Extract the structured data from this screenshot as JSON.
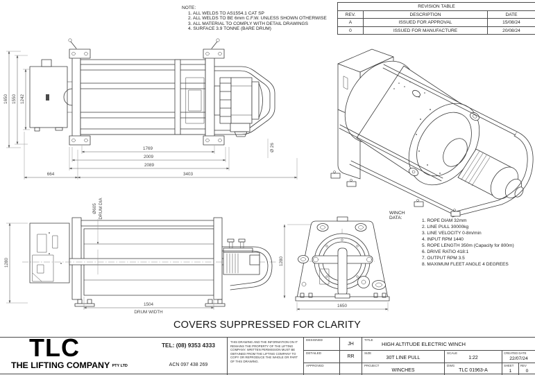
{
  "notes": {
    "heading": "NOTE:",
    "items": [
      "1. ALL WELDS TO AS1554.1 CAT SP",
      "2. ALL WELDS TO BE 6mm C.F.W. UNLESS SHOWN OTHERWISE",
      "3. ALL MATERIAL TO COMPLY WITH DETAIL DRAWINGS",
      "4. SURFACE 3.9 TONNE (BARE DRUM)"
    ]
  },
  "revision_table": {
    "title": "REVISION TABLE",
    "headers": [
      "REV.",
      "DESCRIPTION",
      "DATE"
    ],
    "rows": [
      {
        "rev": "A",
        "description": "ISSUED FOR APPROVAL",
        "date": "15/08/24"
      },
      {
        "rev": "0",
        "description": "ISSUED FOR MANUFACTURE",
        "date": "20/08/24"
      }
    ]
  },
  "winch_data": {
    "heading": "WINCH DATA:",
    "items": [
      "1. ROPE DIAM 32mm",
      "2. LINE PULL 30000kg",
      "3. LINE VELOCITY 0-8m/min",
      "4. INPUT RPM 1440",
      "5. ROPE LENGTH 350m (Capacity for 800m)",
      "6. DRIVE RATIO 418:1",
      "7. OUTPUT RPM 3.5",
      "8. MAXIMUM FLEET ANGLE 4 DEGREES"
    ]
  },
  "plan_view": {
    "dim_height_overall": "1650",
    "dim_height_frame": "1550",
    "dim_height_inner": "1242",
    "dim_1769": "1769",
    "dim_2009": "2009",
    "dim_2089": "2089",
    "dim_overall_length": "3403",
    "dim_box_length": "664",
    "dim_hole": "Ø 26"
  },
  "side_view": {
    "dim_height": "1280",
    "drum_dia": "Ø605",
    "drum_dia_label": "DRUM DIA",
    "dim_drum_width": "1504",
    "drum_width_label": "DRUM WIDTH"
  },
  "front_view": {
    "dim_height": "1280",
    "dim_width": "1650"
  },
  "clarity_note": "COVERS SUPPRESSED FOR CLARITY",
  "title_block": {
    "logo": "TLC",
    "company": "THE LIFTING COMPANY",
    "company_suffix": "PTY LTD",
    "tel": "TEL: (08) 9353 4333",
    "acn": "ACN 097 438 269",
    "disclaimer": "THIS DRAWING AND THE INFORMATION ON IT REMAINS THE PROPERTY OF THE LIFTING COMPANY. WRITTEN PERMISSION MUST BE OBTAINED FROM THE LIFTING COMPANY TO COPY OR REPRODUCE THE WHOLE OR PART OF THIS DRAWING.",
    "designed_label": "DESIGNED",
    "designed_value": "JH",
    "detailed_label": "DETAILED",
    "detailed_value": "RR",
    "approved_label": "APPROVED",
    "approved_value": "",
    "title_label": "TITLE",
    "title_value": "HIGH ALTITUDE ELECTRIC WINCH",
    "size_label": "SIZE",
    "size_value": "30T LINE PULL",
    "scale_label": "SCALE",
    "scale_value": "1:22",
    "created_label": "CREATED DATE",
    "created_value": "22/07/24",
    "project_label": "PROJECT",
    "project_value": "WINCHES",
    "dwg_label": "DWG",
    "dwg_value": "TLC 01963-A",
    "sheet_label": "SHEET",
    "sheet_value": "1",
    "rev_label": "REV",
    "rev_value": "0"
  },
  "colors": {
    "line": "#3a3a3a",
    "dim_text": "#454545",
    "background": "#ffffff"
  }
}
